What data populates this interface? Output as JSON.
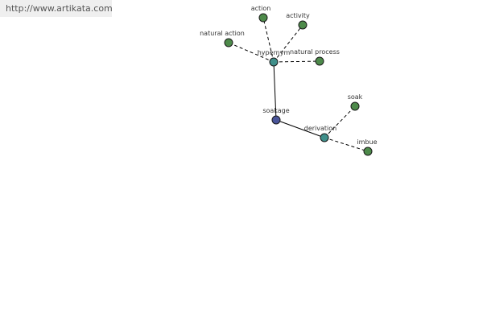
{
  "site_url": "http://www.artikata.com",
  "colors": {
    "root": "#4a559a",
    "relation": "#3f8f8a",
    "leaf": "#4d8a4a"
  },
  "graph": {
    "root": {
      "id": "soakage",
      "label": "soakage"
    },
    "relations": [
      {
        "id": "hypernym",
        "label": "hypernym"
      },
      {
        "id": "derivation",
        "label": "derivation"
      }
    ],
    "leaves": [
      {
        "id": "action",
        "label": "action",
        "relation": "hypernym"
      },
      {
        "id": "activity",
        "label": "activity",
        "relation": "hypernym"
      },
      {
        "id": "natural-action",
        "label": "natural action",
        "relation": "hypernym"
      },
      {
        "id": "natural-process",
        "label": "natural process",
        "relation": "hypernym"
      },
      {
        "id": "soak",
        "label": "soak",
        "relation": "derivation"
      },
      {
        "id": "imbue",
        "label": "imbue",
        "relation": "derivation"
      }
    ]
  }
}
